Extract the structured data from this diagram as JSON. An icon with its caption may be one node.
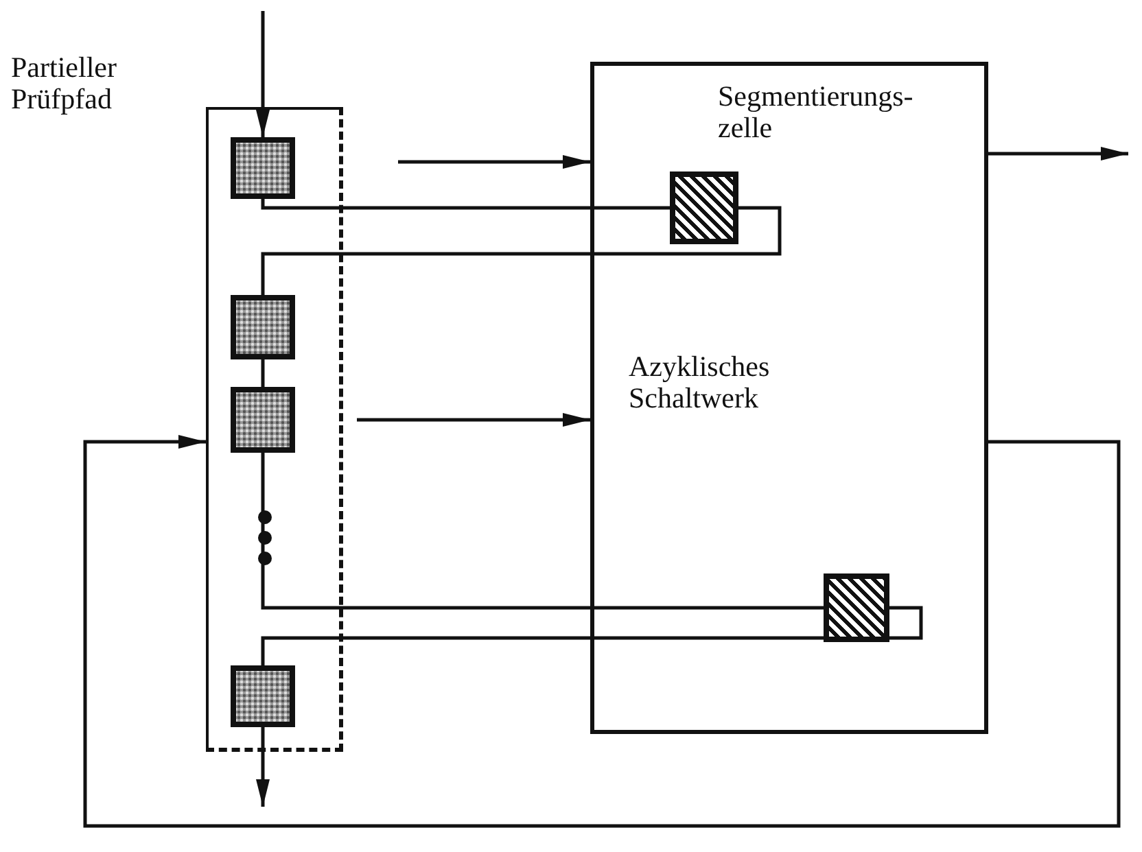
{
  "diagram": {
    "nodes": [
      {
        "text": [
          "Partieller Prüfpfad"
        ]
      },
      {
        "text": [],
        "shape": "box",
        "in": 0
      },
      {
        "text": [],
        "shape": "box",
        "in": 0
      },
      {
        "text": [],
        "shape": "box",
        "in": 0
      },
      {
        "text": [],
        "shape": "box",
        "in": 0
      },
      {
        "text": [
          "Azyklisches Schaltwerk"
        ]
      },
      {
        "text": [],
        "shape": "box",
        "in": 5,
        "beside": [
          "Segmentierungs- zelle"
        ]
      },
      {
        "text": [],
        "shape": "box",
        "in": 5
      }
    ],
    "edges": [
      {
        "from": null,
        "to": 1,
        "arrow": "to"
      },
      {
        "from": 1,
        "to": 6,
        "arrow": "none"
      },
      {
        "from": 6,
        "to": 2,
        "arrow": "none"
      },
      {
        "from": 2,
        "to": 3,
        "arrow": "none"
      },
      {
        "from": 3,
        "to": 7,
        "arrow": "none"
      },
      {
        "from": 7,
        "to": 4,
        "arrow": "none"
      },
      {
        "from": 4,
        "to": null,
        "arrow": "to"
      },
      {
        "from": null,
        "to": 5,
        "arrow": "to"
      },
      {
        "from": 3,
        "to": 5,
        "arrow": "to"
      },
      {
        "from": 5,
        "to": null,
        "arrow": "to"
      },
      {
        "from": 5,
        "to": 0,
        "arrow": "to"
      }
    ]
  }
}
